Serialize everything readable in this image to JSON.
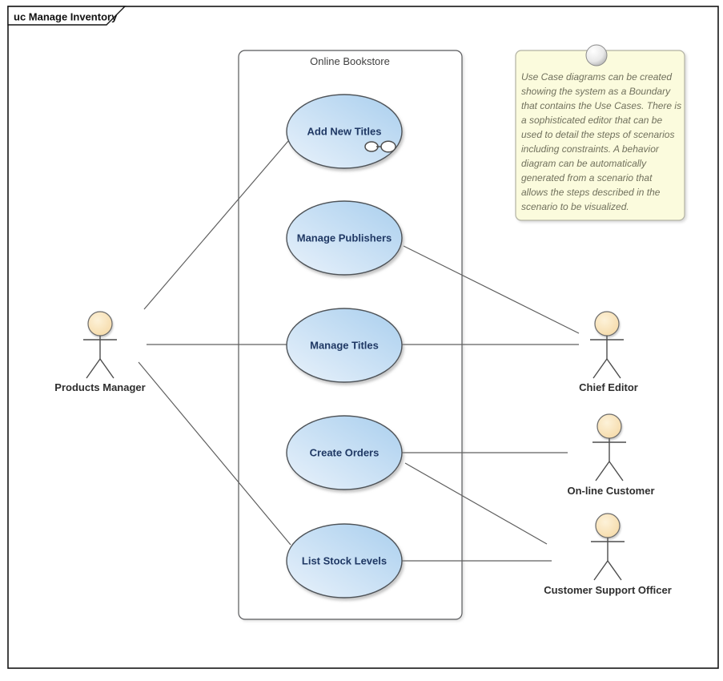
{
  "frame": {
    "tab_label": "uc Manage Inventory"
  },
  "boundary": {
    "label": "Online Bookstore"
  },
  "use_cases": [
    {
      "label": "Add New Titles",
      "has_scenario_icon": true
    },
    {
      "label": "Manage Publishers",
      "has_scenario_icon": false
    },
    {
      "label": "Manage Titles",
      "has_scenario_icon": false
    },
    {
      "label": "Create Orders",
      "has_scenario_icon": false
    },
    {
      "label": "List Stock Levels",
      "has_scenario_icon": false
    }
  ],
  "actors": [
    {
      "label": "Products Manager",
      "side": "left"
    },
    {
      "label": "Chief Editor",
      "side": "right"
    },
    {
      "label": "On-line Customer",
      "side": "right"
    },
    {
      "label": "Customer Support Officer",
      "side": "right"
    }
  ],
  "connectors": [
    {
      "from": "Products Manager",
      "to": "Add New Titles"
    },
    {
      "from": "Products Manager",
      "to": "Manage Titles"
    },
    {
      "from": "Products Manager",
      "to": "List Stock Levels"
    },
    {
      "from": "Manage Publishers",
      "to": "Chief Editor"
    },
    {
      "from": "Manage Titles",
      "to": "Chief Editor"
    },
    {
      "from": "Create Orders",
      "to": "On-line Customer"
    },
    {
      "from": "Create Orders",
      "to": "Customer Support Officer"
    },
    {
      "from": "List Stock Levels",
      "to": "Customer Support Officer"
    }
  ],
  "note": {
    "lines": [
      "Use Case diagrams can be created",
      "showing the system as a Boundary",
      "that contains the Use Cases. There is",
      "a sophisticated editor that can be",
      "used to detail the steps of scenarios",
      "including constraints. A behavior",
      "diagram can be automatically",
      "generated from a scenario that",
      "allows the steps described in the",
      "scenario to be visualized."
    ]
  },
  "colors": {
    "usecase_fill_light": "#e9f2fb",
    "usecase_fill_dark": "#aacfee",
    "usecase_border": "#4e5358",
    "usecase_text": "#1f3864",
    "actor_head_light": "#fdf2d9",
    "actor_head_dark": "#f4d6a0",
    "actor_line": "#4d4d4d",
    "note_fill": "#fbfbdd",
    "note_border": "#b2b2a4",
    "note_text": "#71715d",
    "connector": "#5f5f5f",
    "frame_border": "#151515"
  }
}
